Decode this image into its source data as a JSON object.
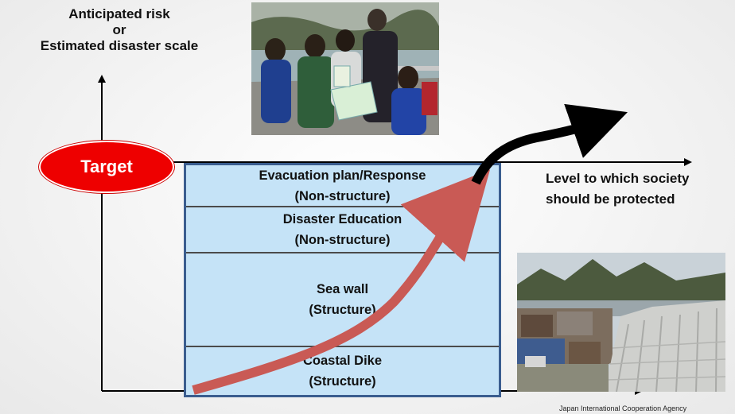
{
  "y_axis_label": [
    "Anticipated risk",
    "or",
    "Estimated disaster scale"
  ],
  "target_label": "Target",
  "levels": [
    {
      "line1": "Evacuation plan/Response",
      "line2": "(Non-structure)"
    },
    {
      "line1": "Disaster Education",
      "line2": "(Non-structure)"
    },
    {
      "line1": "Sea wall",
      "line2": "(Structure)"
    },
    {
      "line1": "Coastal Dike",
      "line2": "(Structure)"
    }
  ],
  "protection_label": [
    "Level to which society",
    "should be protected"
  ],
  "credit": "Japan International Cooperation Agency",
  "colors": {
    "target_fill": "#ee0000",
    "box_fill": "#c5e3f7",
    "box_border": "#3a5d8f",
    "curve_red": "#c95a55",
    "curve_black": "#000000"
  }
}
